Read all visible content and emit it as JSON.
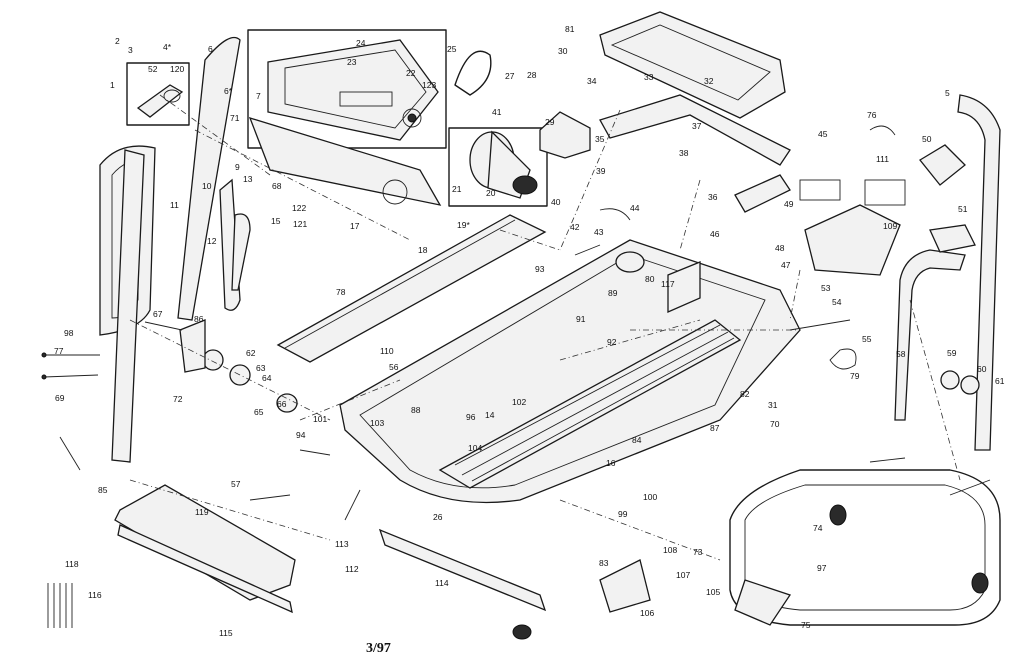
{
  "diagram": {
    "type": "exploded parts diagram",
    "date_code": "3/97",
    "labels": [
      {
        "id": "l1",
        "text": "2"
      },
      {
        "id": "l2",
        "text": "3"
      },
      {
        "id": "l3",
        "text": "4*"
      },
      {
        "id": "l4",
        "text": "6"
      },
      {
        "id": "l5",
        "text": "1"
      },
      {
        "id": "l6",
        "text": "52"
      },
      {
        "id": "l7",
        "text": "120"
      },
      {
        "id": "l8",
        "text": "24"
      },
      {
        "id": "l9",
        "text": "23"
      },
      {
        "id": "l10",
        "text": "22"
      },
      {
        "id": "l11",
        "text": "123"
      },
      {
        "id": "l12",
        "text": "6*"
      },
      {
        "id": "l13",
        "text": "7"
      },
      {
        "id": "l14",
        "text": "71"
      },
      {
        "id": "l15",
        "text": "25"
      },
      {
        "id": "l16",
        "text": "27"
      },
      {
        "id": "l17",
        "text": "28"
      },
      {
        "id": "l18",
        "text": "30"
      },
      {
        "id": "l19",
        "text": "41"
      },
      {
        "id": "l20",
        "text": "29"
      },
      {
        "id": "l21",
        "text": "34"
      },
      {
        "id": "l22",
        "text": "35"
      },
      {
        "id": "l23",
        "text": "81"
      },
      {
        "id": "l24",
        "text": "32"
      },
      {
        "id": "l25",
        "text": "33"
      },
      {
        "id": "l26",
        "text": "5"
      },
      {
        "id": "l27",
        "text": "37"
      },
      {
        "id": "l28",
        "text": "38"
      },
      {
        "id": "l29",
        "text": "76"
      },
      {
        "id": "l30",
        "text": "10"
      },
      {
        "id": "l31",
        "text": "9"
      },
      {
        "id": "l32",
        "text": "11"
      },
      {
        "id": "l33",
        "text": "12"
      },
      {
        "id": "l34",
        "text": "13"
      },
      {
        "id": "l35",
        "text": "68"
      },
      {
        "id": "l36",
        "text": "122"
      },
      {
        "id": "l37",
        "text": "121"
      },
      {
        "id": "l38",
        "text": "15"
      },
      {
        "id": "l39",
        "text": "17"
      },
      {
        "id": "l40",
        "text": "18"
      },
      {
        "id": "l41",
        "text": "19*"
      },
      {
        "id": "l42",
        "text": "21"
      },
      {
        "id": "l43",
        "text": "20"
      },
      {
        "id": "l44",
        "text": "40"
      },
      {
        "id": "l45",
        "text": "39"
      },
      {
        "id": "l46",
        "text": "36"
      },
      {
        "id": "l47",
        "text": "45"
      },
      {
        "id": "l48",
        "text": "50"
      },
      {
        "id": "l49",
        "text": "111"
      },
      {
        "id": "l50",
        "text": "49"
      },
      {
        "id": "l51",
        "text": "109"
      },
      {
        "id": "l52",
        "text": "42"
      },
      {
        "id": "l53",
        "text": "43"
      },
      {
        "id": "l54",
        "text": "44"
      },
      {
        "id": "l55",
        "text": "46"
      },
      {
        "id": "l56",
        "text": "48"
      },
      {
        "id": "l57",
        "text": "47"
      },
      {
        "id": "l58",
        "text": "51"
      },
      {
        "id": "l59",
        "text": "93"
      },
      {
        "id": "l60",
        "text": "89"
      },
      {
        "id": "l61",
        "text": "80"
      },
      {
        "id": "l62",
        "text": "117"
      },
      {
        "id": "l63",
        "text": "78"
      },
      {
        "id": "l64",
        "text": "91"
      },
      {
        "id": "l65",
        "text": "53"
      },
      {
        "id": "l66",
        "text": "54"
      },
      {
        "id": "l67",
        "text": "55"
      },
      {
        "id": "l68",
        "text": "58"
      },
      {
        "id": "l69",
        "text": "59"
      },
      {
        "id": "l70",
        "text": "60"
      },
      {
        "id": "l71",
        "text": "61"
      },
      {
        "id": "l72",
        "text": "67"
      },
      {
        "id": "l73",
        "text": "98"
      },
      {
        "id": "l74",
        "text": "86"
      },
      {
        "id": "l75",
        "text": "77"
      },
      {
        "id": "l76",
        "text": "69"
      },
      {
        "id": "l77",
        "text": "62"
      },
      {
        "id": "l78",
        "text": "63"
      },
      {
        "id": "l79",
        "text": "64"
      },
      {
        "id": "l80",
        "text": "65"
      },
      {
        "id": "l81",
        "text": "110"
      },
      {
        "id": "l82",
        "text": "66"
      },
      {
        "id": "l83",
        "text": "92"
      },
      {
        "id": "l84",
        "text": "82"
      },
      {
        "id": "l85",
        "text": "79"
      },
      {
        "id": "l86",
        "text": "56"
      },
      {
        "id": "l87",
        "text": "72"
      },
      {
        "id": "l88",
        "text": "101"
      },
      {
        "id": "l89",
        "text": "88"
      },
      {
        "id": "l90",
        "text": "103"
      },
      {
        "id": "l91",
        "text": "96"
      },
      {
        "id": "l92",
        "text": "14"
      },
      {
        "id": "l93",
        "text": "102"
      },
      {
        "id": "l94",
        "text": "84"
      },
      {
        "id": "l95",
        "text": "31"
      },
      {
        "id": "l96",
        "text": "70"
      },
      {
        "id": "l97",
        "text": "16"
      },
      {
        "id": "l98",
        "text": "87"
      },
      {
        "id": "l99",
        "text": "85"
      },
      {
        "id": "l100",
        "text": "100"
      },
      {
        "id": "l101",
        "text": "99"
      },
      {
        "id": "l102",
        "text": "26"
      },
      {
        "id": "l103",
        "text": "57"
      },
      {
        "id": "l104",
        "text": "113"
      },
      {
        "id": "l105",
        "text": "119"
      },
      {
        "id": "l106",
        "text": "118"
      },
      {
        "id": "l107",
        "text": "116"
      },
      {
        "id": "l108",
        "text": "115"
      },
      {
        "id": "l109",
        "text": "74"
      },
      {
        "id": "l110",
        "text": "112"
      },
      {
        "id": "l111",
        "text": "114"
      },
      {
        "id": "l112",
        "text": "83"
      },
      {
        "id": "l113",
        "text": "106"
      },
      {
        "id": "l114",
        "text": "107"
      },
      {
        "id": "l115",
        "text": "108"
      },
      {
        "id": "l116",
        "text": "105"
      },
      {
        "id": "l117",
        "text": "73"
      },
      {
        "id": "l118",
        "text": "75"
      },
      {
        "id": "l119",
        "text": "97"
      },
      {
        "id": "l120",
        "text": "94"
      },
      {
        "id": "l121",
        "text": "104"
      }
    ]
  }
}
